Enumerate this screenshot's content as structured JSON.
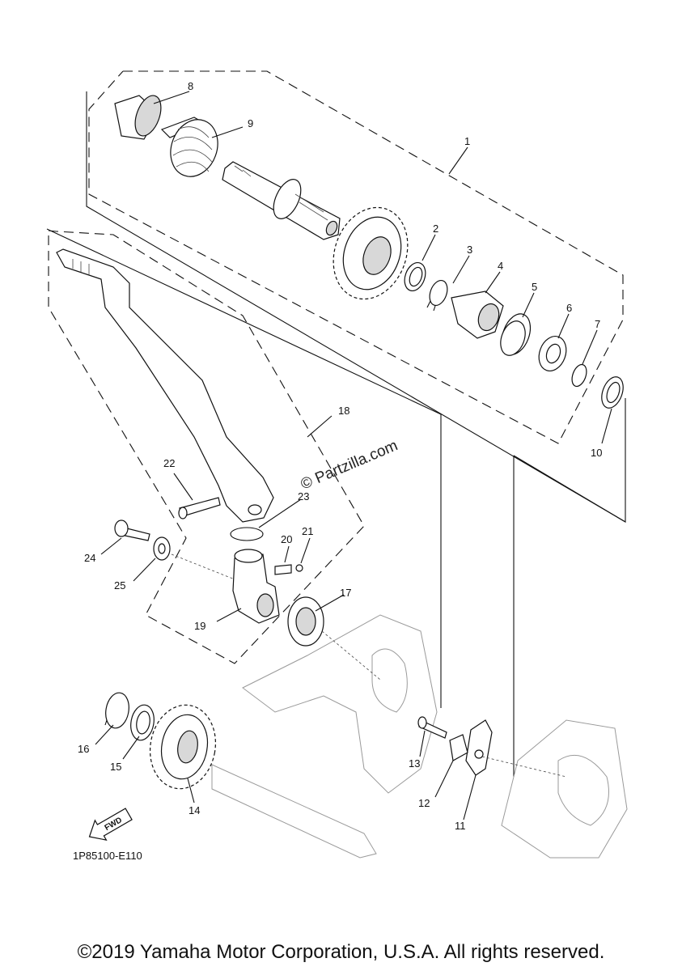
{
  "diagram": {
    "callouts": [
      {
        "id": "1",
        "text": "1"
      },
      {
        "id": "2",
        "text": "2"
      },
      {
        "id": "3",
        "text": "3"
      },
      {
        "id": "4",
        "text": "4"
      },
      {
        "id": "5",
        "text": "5"
      },
      {
        "id": "6",
        "text": "6"
      },
      {
        "id": "7",
        "text": "7"
      },
      {
        "id": "8",
        "text": "8"
      },
      {
        "id": "9",
        "text": "9"
      },
      {
        "id": "10",
        "text": "10"
      },
      {
        "id": "11",
        "text": "11"
      },
      {
        "id": "12",
        "text": "12"
      },
      {
        "id": "13",
        "text": "13"
      },
      {
        "id": "14",
        "text": "14"
      },
      {
        "id": "15",
        "text": "15"
      },
      {
        "id": "16",
        "text": "16"
      },
      {
        "id": "17",
        "text": "17"
      },
      {
        "id": "18",
        "text": "18"
      },
      {
        "id": "19",
        "text": "19"
      },
      {
        "id": "20",
        "text": "20"
      },
      {
        "id": "21",
        "text": "21"
      },
      {
        "id": "22",
        "text": "22"
      },
      {
        "id": "23",
        "text": "23"
      },
      {
        "id": "24",
        "text": "24"
      },
      {
        "id": "25",
        "text": "25"
      }
    ],
    "watermark": "© Partzilla.com",
    "direction_arrow": "FWD",
    "diagram_code": "1P85100-E110"
  },
  "footer": {
    "copyright": "©2019 Yamaha Motor Corporation, U.S.A. All rights reserved."
  }
}
